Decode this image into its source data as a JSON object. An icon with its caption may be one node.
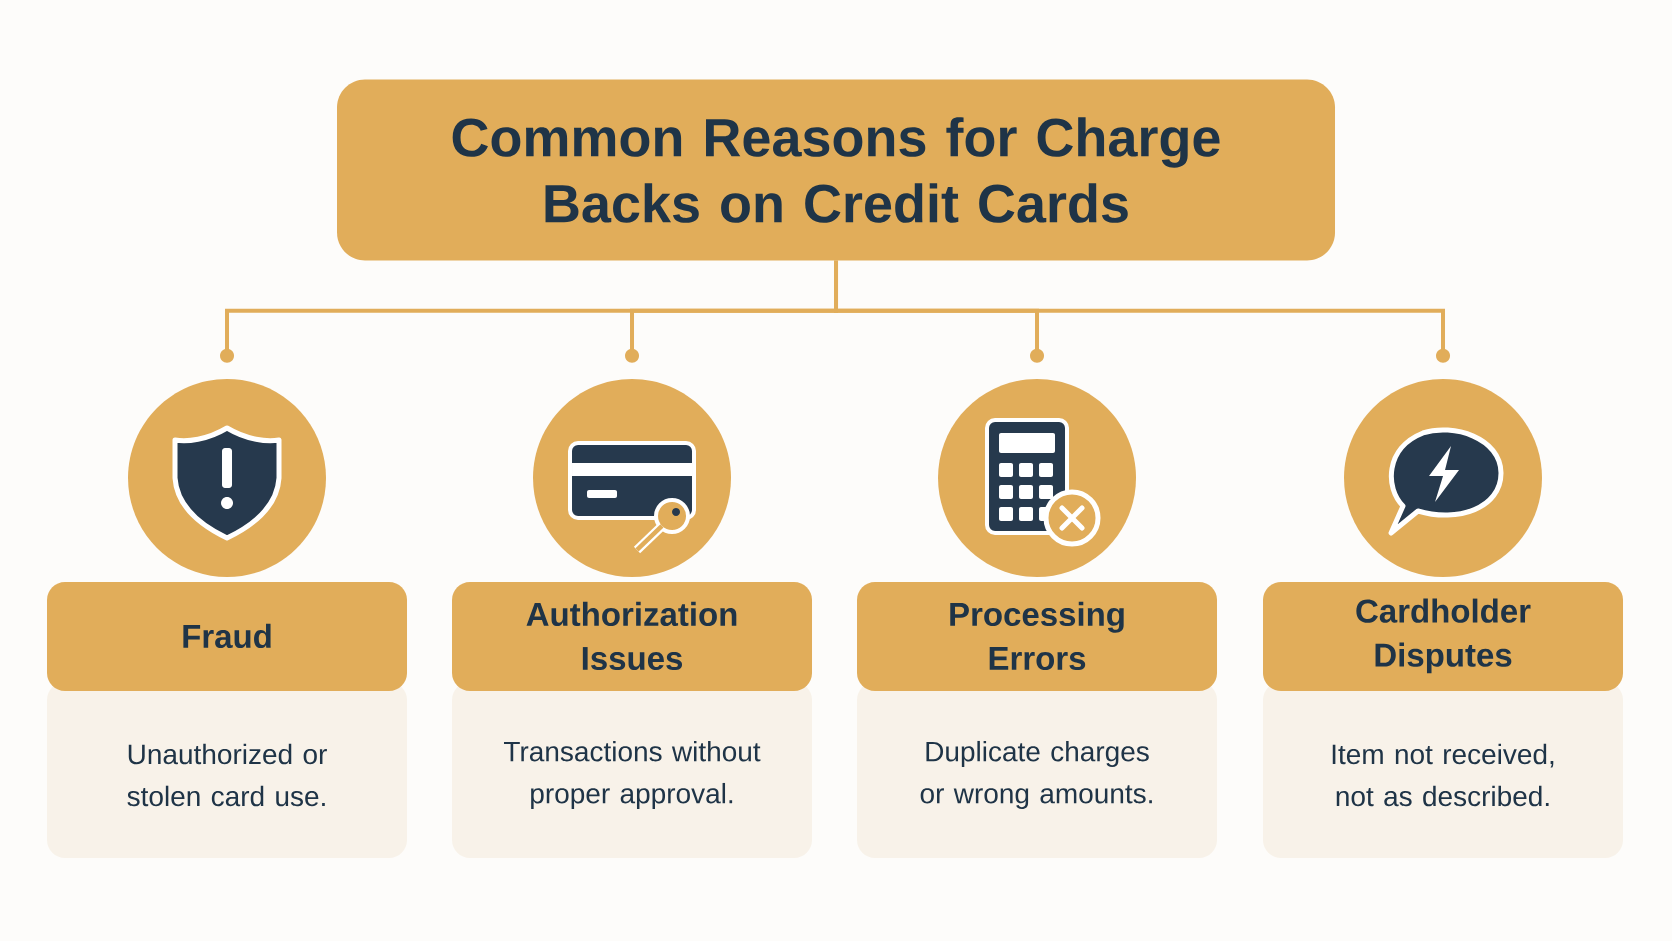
{
  "diagram": {
    "nodes": [
      {
        "text": [
          "Common Reasons for Charge Backs on Credit Cards"
        ]
      },
      {
        "text": [],
        "shape": "circle"
      },
      {
        "text": [
          "Fraud",
          "Unauthorized or stolen card use."
        ]
      },
      {
        "text": [],
        "shape": "circle"
      },
      {
        "text": [
          "Authorization Issues",
          "Transactions without proper approval."
        ]
      },
      {
        "text": [],
        "shape": "circle"
      },
      {
        "text": [
          "Processing Errors",
          "Duplicate charges or wrong amounts."
        ]
      },
      {
        "text": [],
        "shape": "circle"
      },
      {
        "text": [
          "Cardholder Disputes",
          "Item not received, not as described."
        ]
      }
    ],
    "edges": [
      {
        "from": 0,
        "to": 1,
        "arrow": "other"
      },
      {
        "from": 0,
        "to": 3,
        "arrow": "other"
      },
      {
        "from": 0,
        "to": 5,
        "arrow": "other"
      },
      {
        "from": 0,
        "to": 7,
        "arrow": "other"
      }
    ]
  }
}
